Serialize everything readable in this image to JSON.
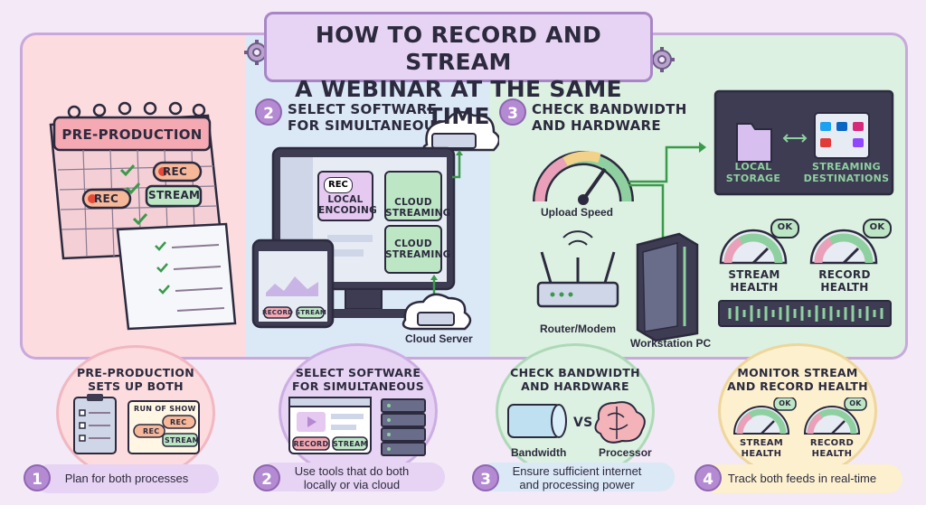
{
  "title": [
    "HOW TO RECORD AND STREAM",
    "A WEBINAR AT THE SAME TIME"
  ],
  "top": {
    "p1": {
      "calendar_label": "PRE-PRODUCTION",
      "rec1": "REC",
      "rec2": "REC",
      "stream": "STREAM"
    },
    "p2": {
      "num": "2",
      "heading": [
        "SELECT SOFTWARE",
        "FOR SIMULTANEOUS"
      ],
      "rec_chip": "REC",
      "local": [
        "LOCAL",
        "ENCODING"
      ],
      "cloud1": [
        "CLOUD",
        "STREAMING"
      ],
      "cloud2": [
        "CLOUD",
        "STREAMING"
      ],
      "tablet_record": "RECORD",
      "tablet_stream": "STREAM",
      "cloud_server": "Cloud Server"
    },
    "p3": {
      "num": "3",
      "heading": [
        "CHECK BANDWIDTH",
        "AND HARDWARE"
      ],
      "upload": "Upload Speed",
      "router": "Router/Modem",
      "pc": "Workstation PC",
      "local_storage": [
        "LOCAL",
        "STORAGE"
      ],
      "streaming_dest": [
        "STREAMING",
        "DESTINATIONS"
      ],
      "stream_health": [
        "STREAM",
        "HEALTH"
      ],
      "record_health": [
        "RECORD",
        "HEALTH"
      ],
      "ok1": "OK",
      "ok2": "OK"
    }
  },
  "bottom": [
    {
      "num": "1",
      "heading": [
        "PRE-PRODUCTION",
        "SETS UP BOTH"
      ],
      "run": "RUN OF SHOW",
      "rec1": "REC",
      "rec2": "REC",
      "stream": "STREAM",
      "pill": [
        "Plan for both processes"
      ]
    },
    {
      "num": "2",
      "heading": [
        "SELECT SOFTWARE",
        "FOR SIMULTANEOUS"
      ],
      "record": "RECORD",
      "stream": "STREAM",
      "pill": [
        "Use tools that do both",
        "locally or via cloud"
      ]
    },
    {
      "num": "3",
      "heading": [
        "CHECK BANDWIDTH",
        "AND HARDWARE"
      ],
      "bandwidth": "Bandwidth",
      "vs": "VS",
      "processor": "Processor",
      "pill": [
        "Ensure sufficient internet",
        "and processing power"
      ]
    },
    {
      "num": "4",
      "heading": [
        "MONITOR STREAM",
        "AND RECORD HEALTH"
      ],
      "ok1": "OK",
      "ok2": "OK",
      "stream_health": [
        "STREAM",
        "HEALTH"
      ],
      "record_health": [
        "RECORD",
        "HEALTH"
      ],
      "pill": [
        "Track both feeds in real-time"
      ]
    }
  ],
  "colors": {
    "panel1": "#fcdcdf",
    "panel2": "#dbe8f6",
    "panel3": "#dcf1e1",
    "accent": "#b48ad2",
    "outline": "#2c2a3e"
  }
}
